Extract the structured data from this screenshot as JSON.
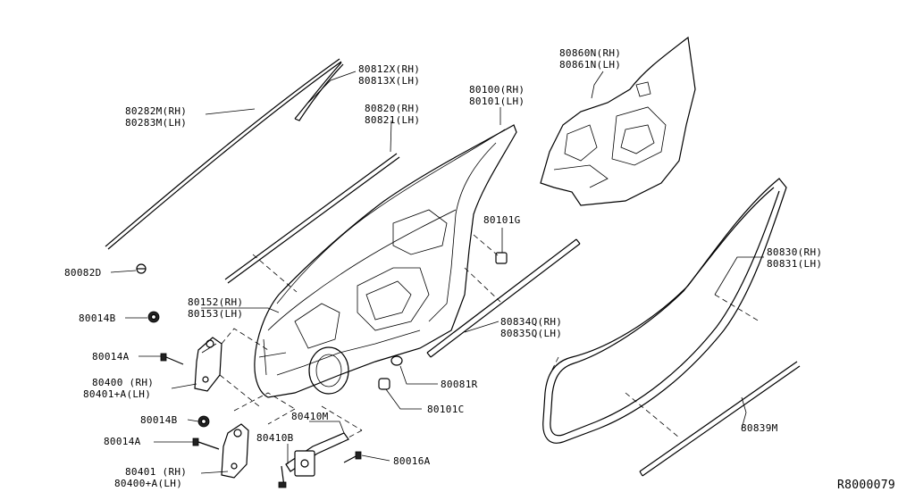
{
  "diagram_code": "R8000079",
  "labels": {
    "l80812": [
      "80812X(RH)",
      "80813X(LH)"
    ],
    "l80282": [
      "80282M(RH)",
      "80283M(LH)"
    ],
    "l80820": [
      "80820(RH)",
      "80821(LH)"
    ],
    "l80100": [
      "80100(RH)",
      "80101(LH)"
    ],
    "l80860": [
      "80860N(RH)",
      "80861N(LH)"
    ],
    "l80101G": [
      "80101G"
    ],
    "l80082D": [
      "80082D"
    ],
    "l80830": [
      "80830(RH)",
      "80831(LH)"
    ],
    "l80152": [
      "80152(RH)",
      "80153(LH)"
    ],
    "l80014B_top": [
      "80014B"
    ],
    "l80834": [
      "80834Q(RH)",
      "80835Q(LH)"
    ],
    "l80014A_top": [
      "80014A"
    ],
    "l80400_top": [
      "80400 (RH)",
      "80401+A(LH)"
    ],
    "l80081R": [
      "80081R"
    ],
    "l80101C": [
      "80101C"
    ],
    "l80839M": [
      "80839M"
    ],
    "l80014B_bot": [
      "80014B"
    ],
    "l80410M": [
      "80410M"
    ],
    "l80014A_bot": [
      "80014A"
    ],
    "l80410B": [
      "80410B"
    ],
    "l80016A": [
      "80016A"
    ],
    "l80401_bot": [
      "80401 (RH)",
      "80400+A(LH)"
    ]
  }
}
